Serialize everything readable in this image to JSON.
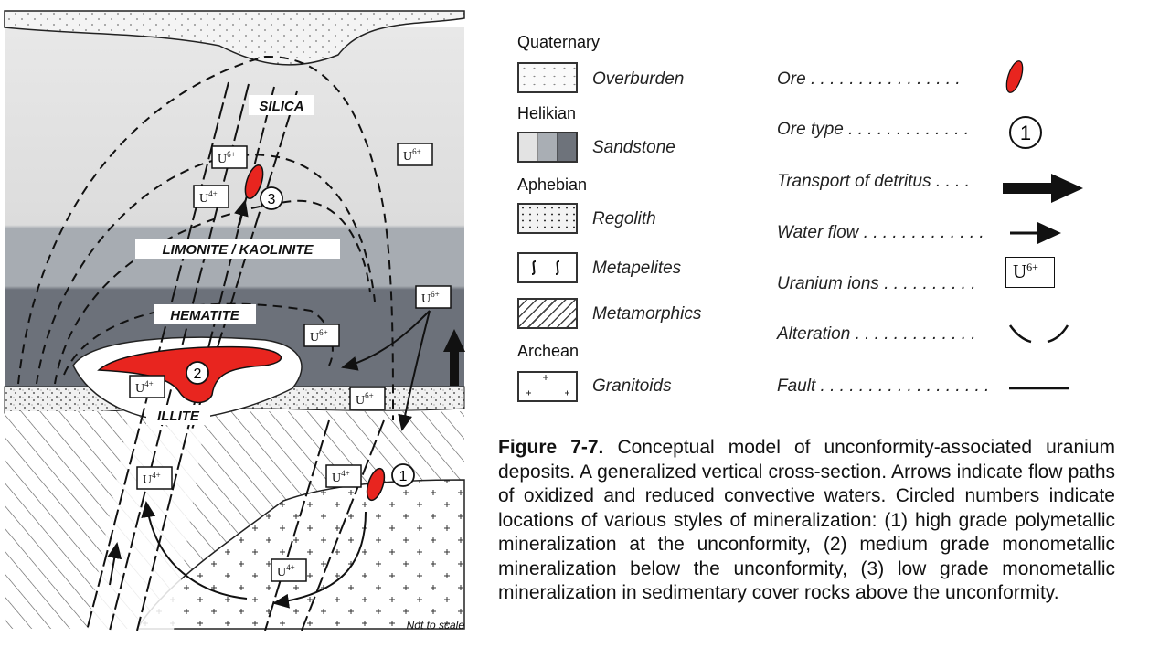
{
  "diagram": {
    "labels": {
      "silica": "SILICA",
      "limonite_kaolinite": "LIMONITE / KAOLINITE",
      "hematite": "HEMATITE",
      "illite": "ILLITE",
      "not_to_scale": "Not to scale"
    },
    "ore_numbers": [
      "1",
      "2",
      "3"
    ],
    "ions": {
      "u6": "U",
      "u6_sup": "6+",
      "u4": "U",
      "u4_sup": "4+"
    }
  },
  "legend": {
    "groups": {
      "quaternary": "Quaternary",
      "helikian": "Helikian",
      "aphebian": "Aphebian",
      "archean": "Archean"
    },
    "rock_units": {
      "overburden": "Overburden",
      "sandstone": "Sandstone",
      "regolith": "Regolith",
      "metapelites": "Metapelites",
      "metamorphics": "Metamorphics",
      "granitoids": "Granitoids"
    },
    "symbols": {
      "ore": "Ore",
      "ore_type": "Ore type",
      "transport": "Transport of detritus",
      "water_flow": "Water flow",
      "uranium_ions": "Uranium ions",
      "alteration": "Alteration",
      "fault": "Fault",
      "ore_type_number": "1",
      "ion_symbol": "U",
      "ion_sup": "6+"
    },
    "leaders": {
      "ore": ". . . . . . . . . . . . . . . .",
      "ore_type": ". . . . . . . . . . . . .",
      "transport": ". . . .",
      "water_flow": ". . . . . . . . . . . . .",
      "uranium_ions": ". . . . . . . . . .",
      "alteration": ". . . . . . . . . . . . .",
      "fault": ". . . . . . . . . . . . . . . . . ."
    }
  },
  "caption": {
    "figure_label": "Figure 7-7.",
    "text": "Conceptual model of unconformity-associated uranium deposits. A generalized vertical cross-section. Arrows indicate flow paths of oxidized and reduced convective waters. Circled numbers indicate locations of various styles of mineralization: (1) high grade polymetallic mineralization at the unconformity, (2) medium grade monometallic mineralization below the unconformity, (3) low grade monometallic mineralization in sedimentary cover rocks above the unconformity."
  },
  "colors": {
    "ore": "#e8251f",
    "sandstone_light": "#e3e3e3",
    "sandstone_mid": "#a9aeb4",
    "sandstone_dark": "#6e737b"
  }
}
